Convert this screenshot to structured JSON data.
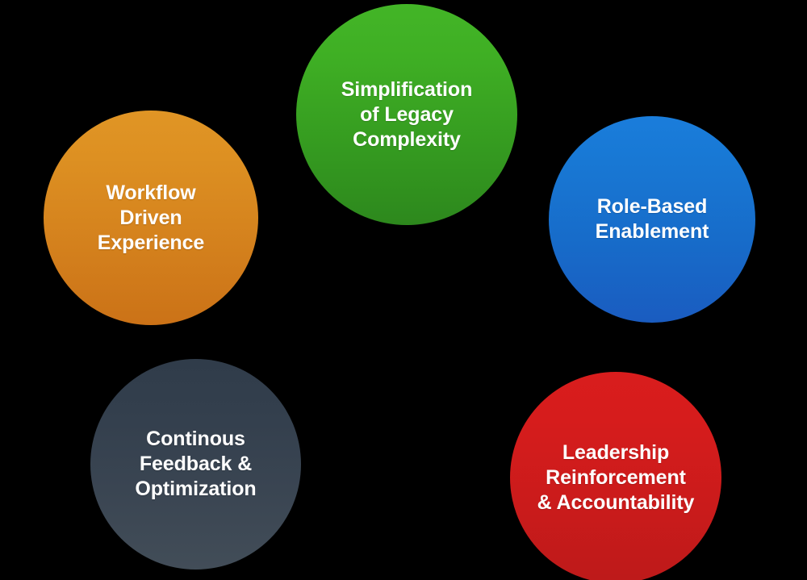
{
  "diagram": {
    "type": "circle-cluster",
    "background_color": "#000000",
    "text_color": "#ffffff",
    "bubbles": [
      {
        "id": "workflow",
        "label": "Workflow\nDriven\nExperience",
        "color_name": "orange",
        "gradient_top": "#DD9022",
        "gradient_bottom": "#CC7318"
      },
      {
        "id": "simplification",
        "label": "Simplification\nof Legacy\nComplexity",
        "color_name": "green",
        "gradient_top": "#3FAF24",
        "gradient_bottom": "#2E8A1E"
      },
      {
        "id": "role",
        "label": "Role-Based\nEnablement",
        "color_name": "blue",
        "gradient_top": "#1878D4",
        "gradient_bottom": "#1A5CC0"
      },
      {
        "id": "continous",
        "label": "Continous\nFeedback &\nOptimization",
        "color_name": "dark-slate",
        "gradient_top": "#333F4D",
        "gradient_bottom": "#414C57"
      },
      {
        "id": "leadership",
        "label": "Leadership\nReinforcement\n& Accountability",
        "color_name": "red",
        "gradient_top": "#D61C1C",
        "gradient_bottom": "#BE1A1A"
      }
    ]
  }
}
